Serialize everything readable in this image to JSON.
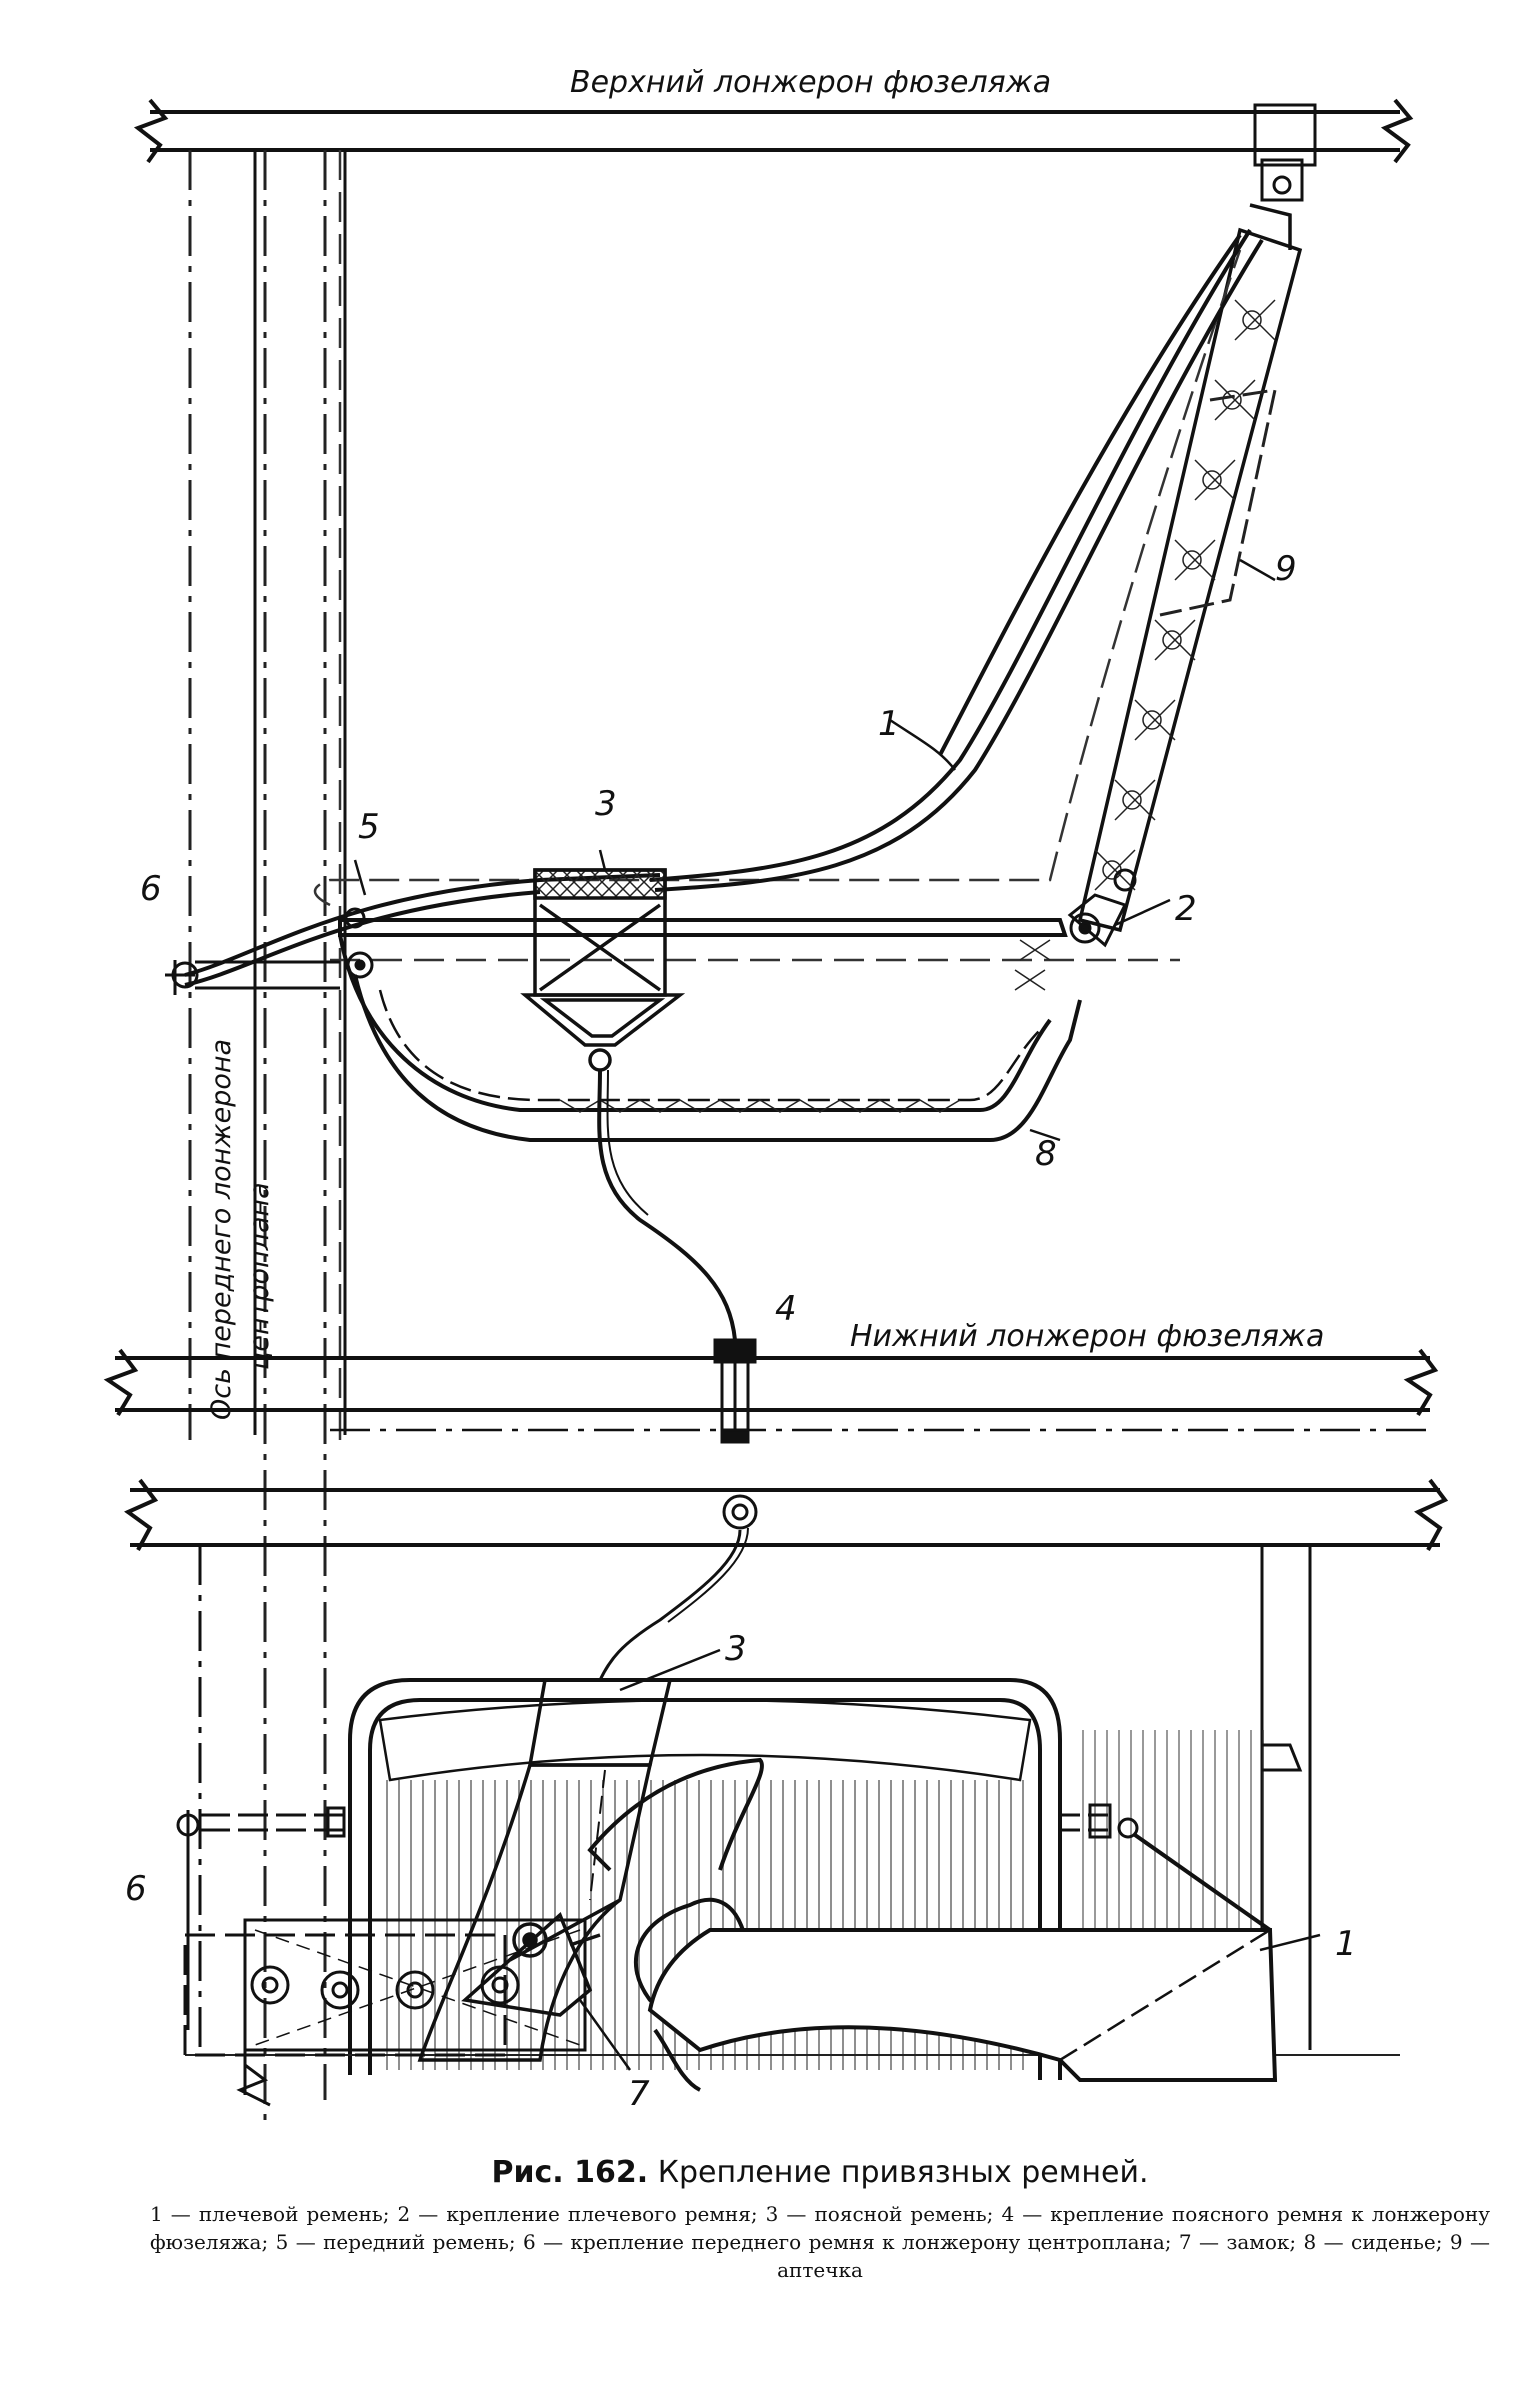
{
  "labels": {
    "upper_spar": "Верхний лонжерон фюзеляжа",
    "lower_spar": "Нижний лонжерон фюзеляжа",
    "front_axis_line1": "Ось переднего лонжерона",
    "front_axis_line2": "центроплана",
    "n1": "1",
    "n2": "2",
    "n3": "3",
    "n4": "4",
    "n5": "5",
    "n6": "6",
    "n7": "7",
    "n8": "8",
    "n9": "9"
  },
  "caption": {
    "number": "Рис. 162.",
    "title": "Крепление привязных ремней.",
    "legend": "1 — плечевой ремень; 2 — крепление плечевого ремня; 3 — поясной ремень; 4 — крепление поясного ремня к лонжерону фюзеляжа; 5 — передний ремень; 6 — крепление переднего ремня к лонжерону центроплана; 7 — замок; 8 — сиденье; 9 — аптечка"
  }
}
